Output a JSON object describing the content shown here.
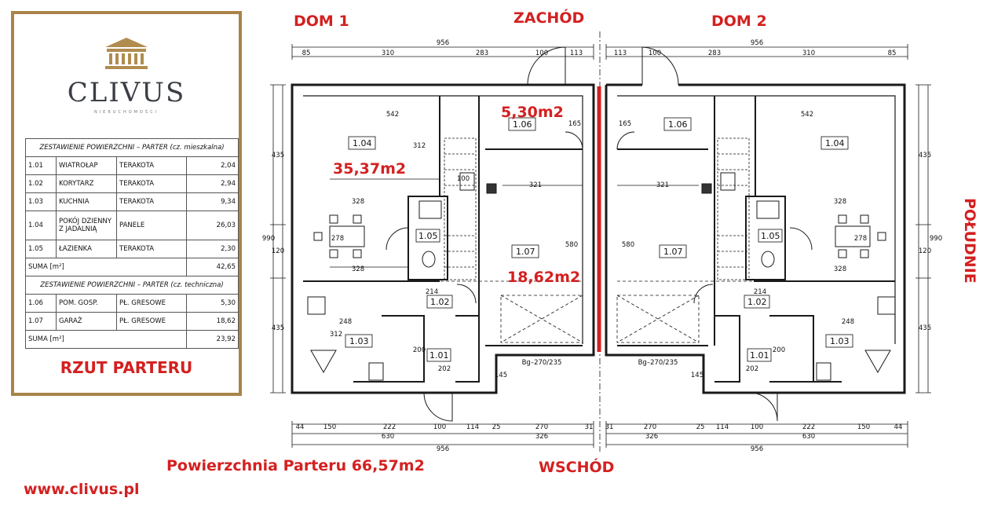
{
  "brand": {
    "name": "CLIVUS",
    "subtitle": "NIERUCHOMOŚCI",
    "website": "www.clivus.pl"
  },
  "labels": {
    "dom1": "DOM 1",
    "dom2": "DOM 2",
    "west": "ZACHÓD",
    "east": "WSCHÓD",
    "south": "POŁUDNIE",
    "rzut": "RZUT PARTERU",
    "total_area": "Powierzchnia Parteru 66,57m2"
  },
  "table_living": {
    "header": "ZESTAWIENIE POWIERZCHNI – PARTER (cz. mieszkalna)",
    "rows": [
      {
        "code": "1.01",
        "name": "WIATROŁAP",
        "material": "TERAKOTA",
        "area": "2,04"
      },
      {
        "code": "1.02",
        "name": "KORYTARZ",
        "material": "TERAKOTA",
        "area": "2,94"
      },
      {
        "code": "1.03",
        "name": "KUCHNIA",
        "material": "TERAKOTA",
        "area": "9,34"
      },
      {
        "code": "1.04",
        "name": "POKÓJ DZIENNY Z JADALNIĄ",
        "material": "PANELE",
        "area": "26,03"
      },
      {
        "code": "1.05",
        "name": "ŁAZIENKA",
        "material": "TERAKOTA",
        "area": "2,30"
      }
    ],
    "sum_label": "SUMA [m²]",
    "sum_value": "42,65"
  },
  "table_technical": {
    "header": "ZESTAWIENIE POWIERZCHNI – PARTER (cz. techniczna)",
    "rows": [
      {
        "code": "1.06",
        "name": "POM. GOSP.",
        "material": "PŁ. GRESOWE",
        "area": "5,30"
      },
      {
        "code": "1.07",
        "name": "GARAŻ",
        "material": "PŁ. GRESOWE",
        "area": "18,62"
      }
    ],
    "sum_label": "SUMA [m²]",
    "sum_value": "23,92"
  },
  "area_callouts": {
    "living": "35,37m2",
    "utility": "5,30m2",
    "garage": "18,62m2"
  },
  "rooms": {
    "r101": "1.01",
    "r102": "1.02",
    "r103": "1.03",
    "r104": "1.04",
    "r105": "1.05",
    "r106": "1.06",
    "r107": "1.07"
  },
  "dimensions": {
    "total": "956",
    "top_segments": [
      "85",
      "310",
      "283",
      "100",
      "113"
    ],
    "bottom_segments": [
      "44",
      "150",
      "222",
      "100",
      "114",
      "25",
      "270",
      "31"
    ],
    "bottom_mid": [
      "630",
      "326"
    ],
    "left_vertical": [
      "435",
      "120",
      "435"
    ],
    "left_total": "990",
    "interior": {
      "d542": "542",
      "d312a": "312",
      "d328a": "328",
      "d278": "278",
      "d328b": "328",
      "d321": "321",
      "d580": "580",
      "d165": "165",
      "d100": "100",
      "d214": "214",
      "d248": "248",
      "d312b": "312",
      "d200": "200",
      "d202": "202",
      "d145": "145"
    },
    "gate": "Bg–270/235"
  },
  "colors": {
    "accent": "#d42020",
    "frame": "#a9834a",
    "line": "#1a1a1a"
  }
}
